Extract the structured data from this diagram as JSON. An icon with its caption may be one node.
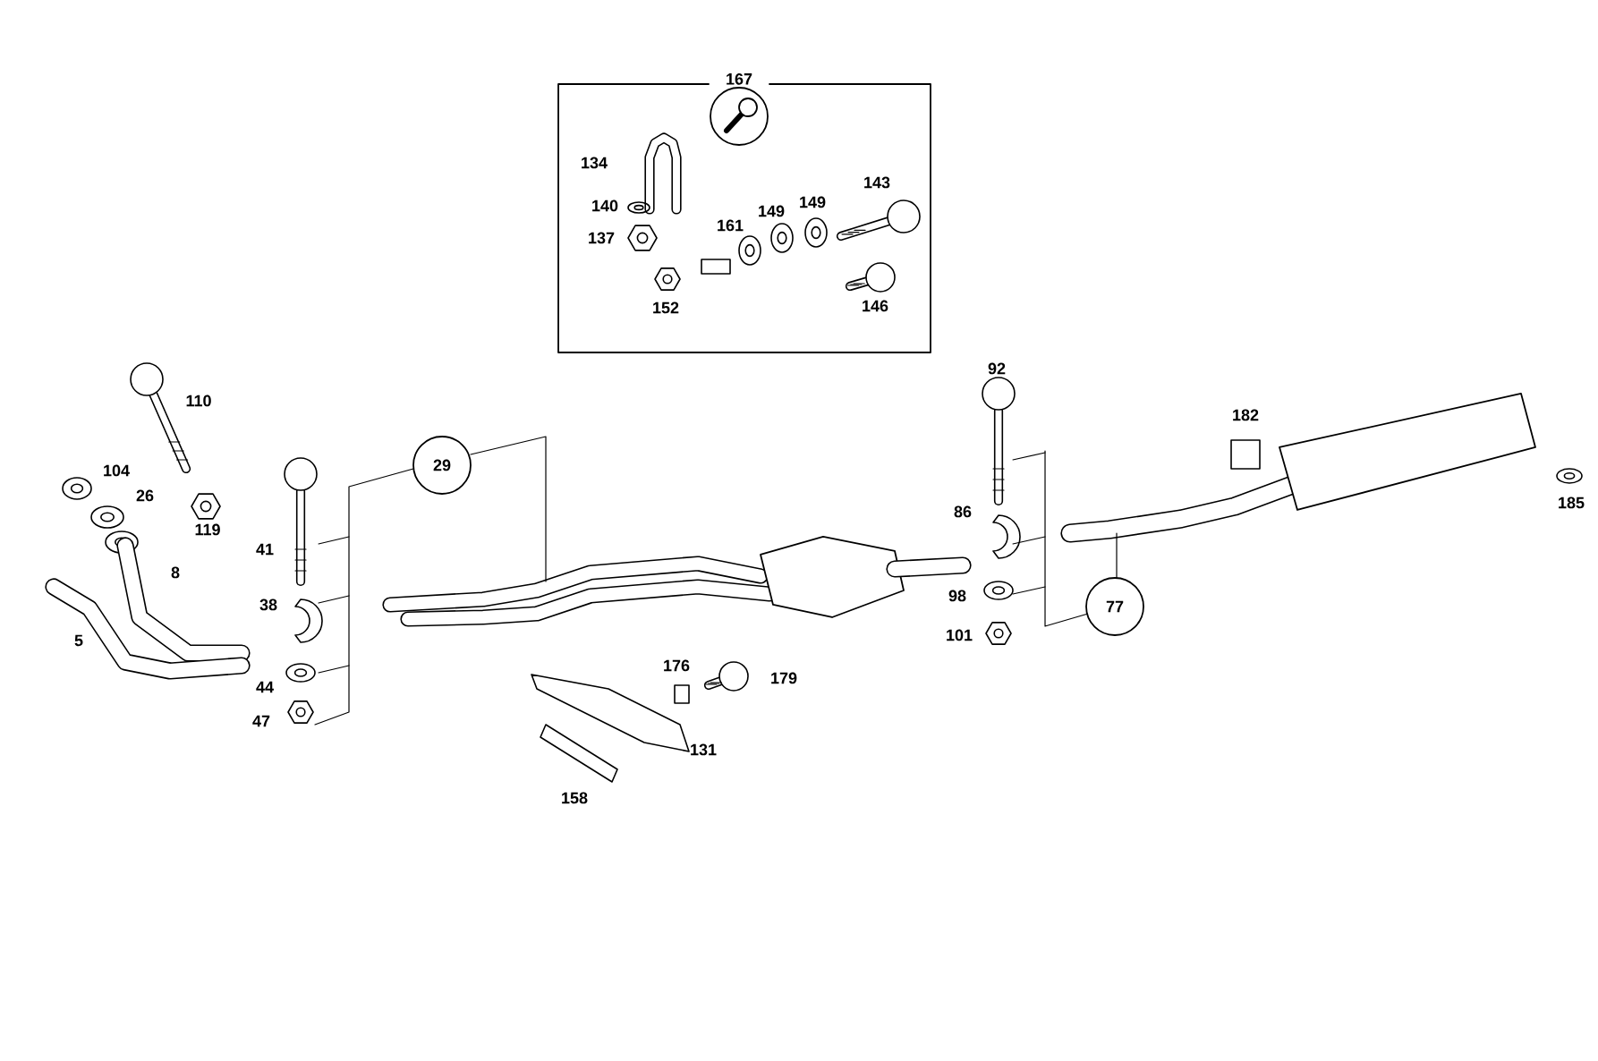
{
  "diagram": {
    "nodes": [
      {
        "text": [
          "167"
        ]
      },
      {
        "text": [
          "29"
        ]
      },
      {
        "text": [
          "77"
        ]
      }
    ],
    "labels": [
      "134",
      "140",
      "137",
      "161",
      "149",
      "149",
      "143",
      "152",
      "146",
      "110",
      "92",
      "182",
      "104",
      "26",
      "119",
      "185",
      "86",
      "41",
      "8",
      "38",
      "98",
      "101",
      "5",
      "44",
      "176",
      "179",
      "47",
      "131",
      "158"
    ]
  }
}
